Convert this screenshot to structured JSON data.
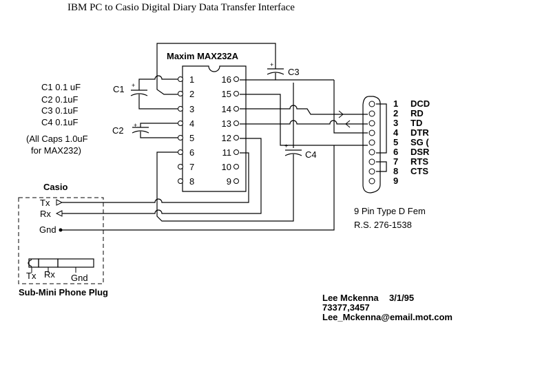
{
  "title": "IBM PC to Casio Digital Diary Data Transfer Interface",
  "chip": {
    "label": "Maxim MAX232A",
    "left_pins": [
      "1",
      "2",
      "3",
      "4",
      "5",
      "6",
      "7",
      "8"
    ],
    "right_pins": [
      "16",
      "15",
      "14",
      "13",
      "12",
      "11",
      "10",
      "9"
    ]
  },
  "capacitors": {
    "c1": "C1",
    "c2": "C2",
    "c3": "C3",
    "c4": "C4",
    "plus": "+"
  },
  "notes": {
    "values": [
      "C1  0.1 uF",
      "C2  0.1uF",
      "C3  0.1uF",
      "C4  0.1uF"
    ],
    "all_caps_line1": "(All Caps 1.0uF",
    "all_caps_line2": "for MAX232)"
  },
  "connector": {
    "pins": [
      "1",
      "2",
      "3",
      "4",
      "5",
      "6",
      "7",
      "8",
      "9"
    ],
    "signals": [
      "DCD",
      "RD",
      "TD",
      "DTR",
      "SG (",
      "DSR",
      "RTS",
      "CTS"
    ],
    "type_label": "9 Pin Type D Fem",
    "part_label": "R.S. 276-1538"
  },
  "casio": {
    "title": "Casio",
    "tx": "Tx",
    "rx": "Rx",
    "gnd": "Gnd",
    "plug_tx": "Tx",
    "plug_rx": "Rx",
    "plug_gnd": "Gnd",
    "plug_label": "Sub-Mini Phone Plug"
  },
  "author": {
    "name": "Lee Mckenna",
    "date": "3/1/95",
    "id": "73377,3457",
    "email": "Lee_Mckenna@email.mot.com"
  }
}
